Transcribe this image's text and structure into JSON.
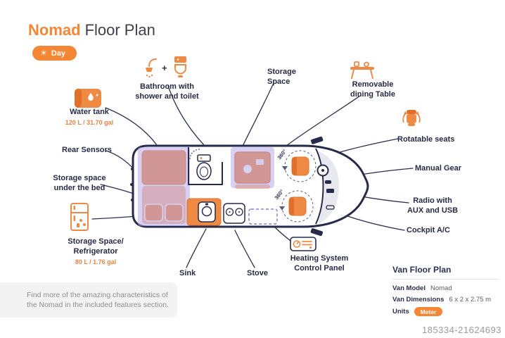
{
  "header": {
    "title_accent": "Nomad",
    "title_rest": "Floor Plan",
    "day_label": "Day",
    "day_icon_char": "☀"
  },
  "labels": {
    "bathroom": "Bathroom with shower and toilet",
    "bathroom_plus": "+",
    "storage_space": "Storage Space",
    "dining_table": "Removable dining Table",
    "rotatable_seats": "Rotatable seats",
    "manual_gear": "Manual Gear",
    "radio": "Radio with AUX and USB",
    "cockpit_ac": "Cockpit A/C",
    "water_tank": "Water tank",
    "water_tank_capacity": "120 L / 31.70 gal",
    "rear_sensors": "Rear Sensors",
    "storage_under_bed": "Storage space under the bed",
    "fridge": "Storage Space/ Refrigerator",
    "fridge_capacity": "80 L / 1.76 gal",
    "sink": "Sink",
    "stove": "Stove",
    "heating": "Heating System Control Panel"
  },
  "diagram": {
    "rotation_label": "360°"
  },
  "note": "Find more of the amazing characteristics of the Nomad in the included features section.",
  "info_panel": {
    "title": "Van Floor Plan",
    "rows": [
      {
        "label": "Van Model",
        "value": "Nomad"
      },
      {
        "label": "Van Dimensions",
        "value": "6 x 2 x 2.75 m"
      },
      {
        "label": "Units",
        "value": "Meter"
      }
    ]
  },
  "watermark": "185334-21624693"
}
